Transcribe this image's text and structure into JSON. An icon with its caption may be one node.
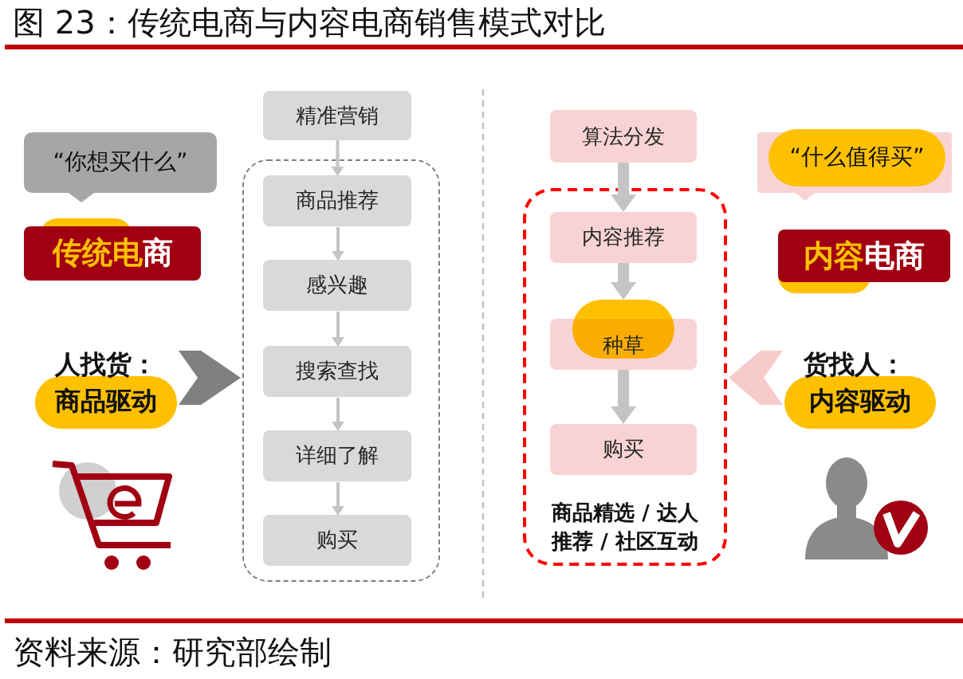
{
  "diagram": {
    "title": "图 23：传统电商与内容电商销售模式对比",
    "caption": "资料来源：研究部绘制",
    "nodes": [
      {
        "text": [
          "“你想买什么”"
        ]
      },
      {
        "text": [
          "传统电商"
        ]
      },
      {
        "text": [
          "人找货：",
          "商品驱动"
        ]
      },
      {
        "text": [
          "精准营销"
        ]
      },
      {
        "text": [],
        "shape": "box"
      },
      {
        "text": [
          "商品推荐"
        ],
        "in": 4
      },
      {
        "text": [
          "感兴趣"
        ],
        "in": 4
      },
      {
        "text": [
          "搜索查找"
        ],
        "in": 4
      },
      {
        "text": [
          "详细了解"
        ],
        "in": 4
      },
      {
        "text": [
          "购买"
        ],
        "in": 4
      },
      {
        "text": [
          "算法分发"
        ]
      },
      {
        "text": [
          "商品精选 / 达人推荐 / 社区互动"
        ]
      },
      {
        "text": [
          "内容推荐"
        ],
        "in": 11
      },
      {
        "text": [
          "种草"
        ],
        "in": 11
      },
      {
        "text": [
          "购买"
        ],
        "in": 11
      },
      {
        "text": [
          "“什么值得买”"
        ]
      },
      {
        "text": [
          "内容电商"
        ]
      },
      {
        "text": [
          "货找人：",
          "内容驱动"
        ]
      }
    ],
    "edges": [
      {
        "from": 2,
        "to": 4,
        "arrow": "to",
        "style": "thick",
        "color": "#808080"
      },
      {
        "from": 3,
        "to": 5,
        "arrow": "to"
      },
      {
        "from": 5,
        "to": 6,
        "arrow": "to"
      },
      {
        "from": 6,
        "to": 7,
        "arrow": "to"
      },
      {
        "from": 7,
        "to": 8,
        "arrow": "to"
      },
      {
        "from": 8,
        "to": 9,
        "arrow": "to"
      },
      {
        "from": 10,
        "to": 12,
        "arrow": "to",
        "style": "thick"
      },
      {
        "from": 12,
        "to": 13,
        "arrow": "to",
        "style": "thick"
      },
      {
        "from": 13,
        "to": 14,
        "arrow": "to",
        "style": "thick"
      },
      {
        "from": 17,
        "to": 11,
        "arrow": "to",
        "style": "thick",
        "color": "#f8cbcb"
      }
    ]
  }
}
